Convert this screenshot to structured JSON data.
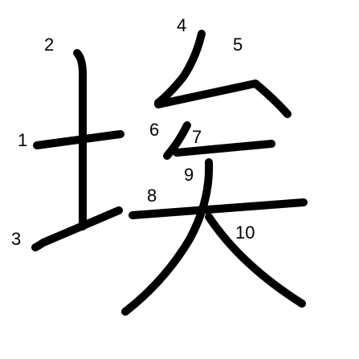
{
  "character": "埃",
  "colors": {
    "background": "#ffffff",
    "stroke": "#000000",
    "number": "#000000"
  },
  "strokes": [
    {
      "order": 1,
      "label": "1"
    },
    {
      "order": 2,
      "label": "2"
    },
    {
      "order": 3,
      "label": "3"
    },
    {
      "order": 4,
      "label": "4"
    },
    {
      "order": 5,
      "label": "5"
    },
    {
      "order": 6,
      "label": "6"
    },
    {
      "order": 7,
      "label": "7"
    },
    {
      "order": 8,
      "label": "8"
    },
    {
      "order": 9,
      "label": "9"
    },
    {
      "order": 10,
      "label": "10"
    }
  ]
}
